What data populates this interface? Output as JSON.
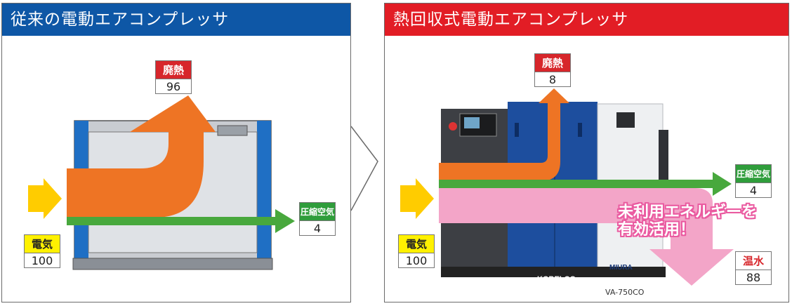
{
  "left_panel": {
    "title": "従来の電動エアコンプレッサ",
    "header_color": "#0e57a6",
    "labels": {
      "waste_heat": {
        "name": "廃熱",
        "value": "96"
      },
      "compressed_air": {
        "name": "圧縮空気",
        "value": "4"
      },
      "electricity": {
        "name": "電気",
        "value": "100"
      }
    }
  },
  "right_panel": {
    "title": "熱回収式電動エアコンプレッサ",
    "header_color": "#e21d25",
    "labels": {
      "waste_heat": {
        "name": "廃熱",
        "value": "8"
      },
      "compressed_air": {
        "name": "圧縮空気",
        "value": "4"
      },
      "electricity": {
        "name": "電気",
        "value": "100"
      },
      "hot_water": {
        "name": "温水",
        "value": "88"
      }
    },
    "callout_line1": "未利用エネルギーを",
    "callout_line2": "有効活用！",
    "model": "VA-750CO",
    "brand_kobelco": "KOBELCO",
    "brand_miura": "MIURA"
  },
  "colors": {
    "waste_heat_arrow": "#ee7424",
    "air_arrow": "#48a83d",
    "electricity_arrow": "#ffcc00",
    "hot_water_arrow": "#f3a5c8"
  }
}
